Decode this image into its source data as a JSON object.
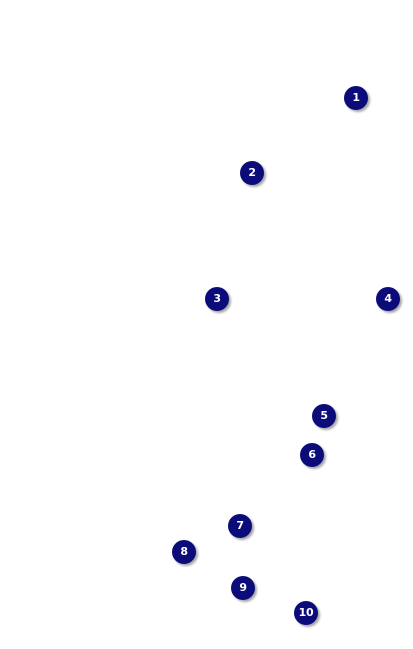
{
  "markers": [
    {
      "label": "1"
    },
    {
      "label": "2"
    },
    {
      "label": "3"
    },
    {
      "label": "4"
    },
    {
      "label": "5"
    },
    {
      "label": "6"
    },
    {
      "label": "7"
    },
    {
      "label": "8"
    },
    {
      "label": "9"
    },
    {
      "label": "10"
    }
  ],
  "colors": {
    "background": "#ffffff",
    "marker_fill": "#0b0b7a",
    "marker_text": "#ffffff"
  }
}
